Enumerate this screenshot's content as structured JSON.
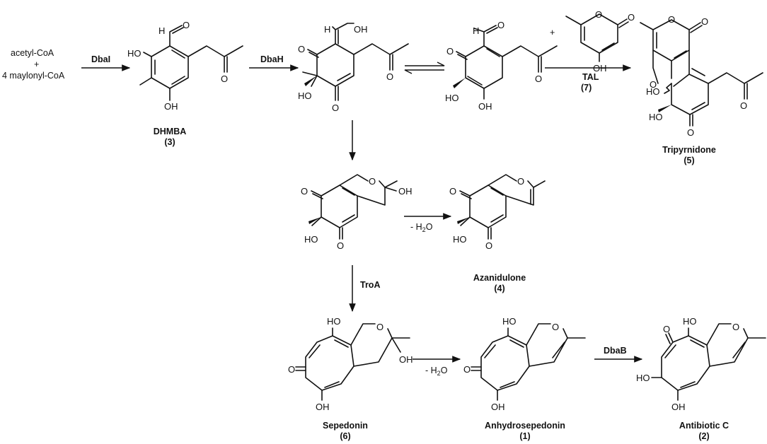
{
  "reactants": {
    "line1": "acetyl-CoA",
    "line2": "+",
    "line3": "4 maylonyl-CoA"
  },
  "plus_sign": "+",
  "enzymes": {
    "dbai": "DbaI",
    "dbah": "DbaH",
    "tal": "TAL",
    "tal_number": "(7)",
    "troa": "TroA",
    "dbab": "DbaB"
  },
  "conditions": {
    "dehydration_1": "- H2O",
    "dehydration_2": "- H2O"
  },
  "compounds": {
    "dhmba": {
      "name": "DHMBA",
      "number": "(3)"
    },
    "tripyrnidone": {
      "name": "Tripyrnidone",
      "number": "(5)"
    },
    "azanidulone": {
      "name": "Azanidulone",
      "number": "(4)"
    },
    "sepedonin": {
      "name": "Sepedonin",
      "number": "(6)"
    },
    "anhydrosepedonin": {
      "name": "Anhydrosepedonin",
      "number": "(1)"
    },
    "antibiotic_c": {
      "name": "Antibiotic C",
      "number": "(2)"
    }
  },
  "atom_labels": {
    "h": "H",
    "o": "O",
    "oh": "OH",
    "ho": "HO"
  },
  "colors": {
    "ink": "#111111",
    "background": "#ffffff"
  }
}
